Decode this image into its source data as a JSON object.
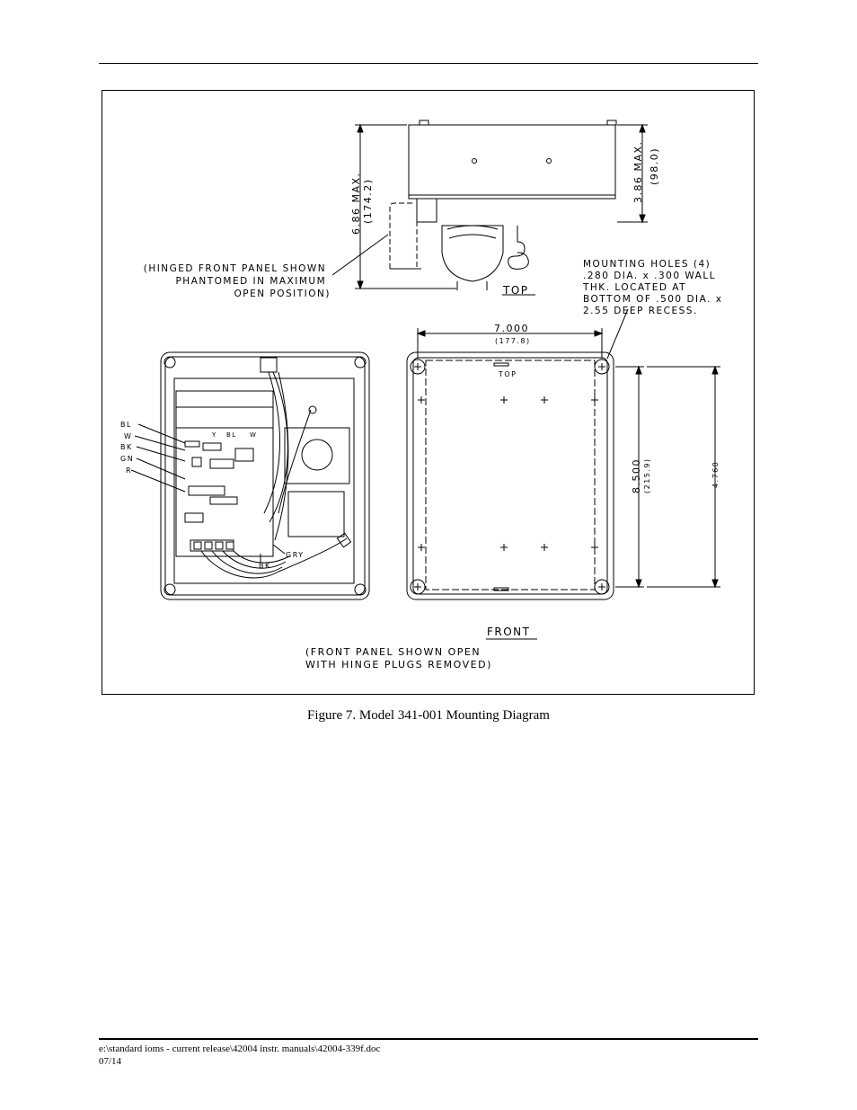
{
  "figure": {
    "caption": "Figure 7.  Model 341-001 Mounting Diagram",
    "top_view": {
      "view_label": "TOP",
      "dim_height": "6.86 MAX.",
      "dim_height_mm": "(174.2)",
      "dim_depth": "3.86 MAX.",
      "dim_depth_mm": "(98.0)",
      "note_lines": [
        "(HINGED FRONT PANEL SHOWN",
        "PHANTOMED IN MAXIMUM",
        "OPEN POSITION)"
      ]
    },
    "mounting_note_lines": [
      "MOUNTING HOLES (4)",
      ".280 DIA. x .300 WALL",
      "THK. LOCATED AT",
      "BOTTOM OF .500 DIA. x",
      "2.55 DEEP RECESS."
    ],
    "front_view": {
      "view_label": "FRONT",
      "top_mark": "TOP",
      "dim_width": "7.000",
      "dim_width_mm": "(177.8)",
      "dim_height": "8.500",
      "dim_height_mm": "(215.9)",
      "dim_hole_spacing": "4.760",
      "note_lines": [
        "(FRONT PANEL SHOWN OPEN",
        "WITH HINGE PLUGS REMOVED)"
      ]
    },
    "wiring": {
      "wire_labels": [
        "BL",
        "W",
        "BK",
        "GN",
        "R"
      ],
      "board_labels": [
        "Y",
        "BL",
        "W"
      ],
      "cable_gry": "GRY",
      "cable_bk": "BK"
    }
  },
  "footer": {
    "path": "e:\\standard ioms - current release\\42004 instr. manuals\\42004-339f.doc",
    "date": "07/14"
  }
}
